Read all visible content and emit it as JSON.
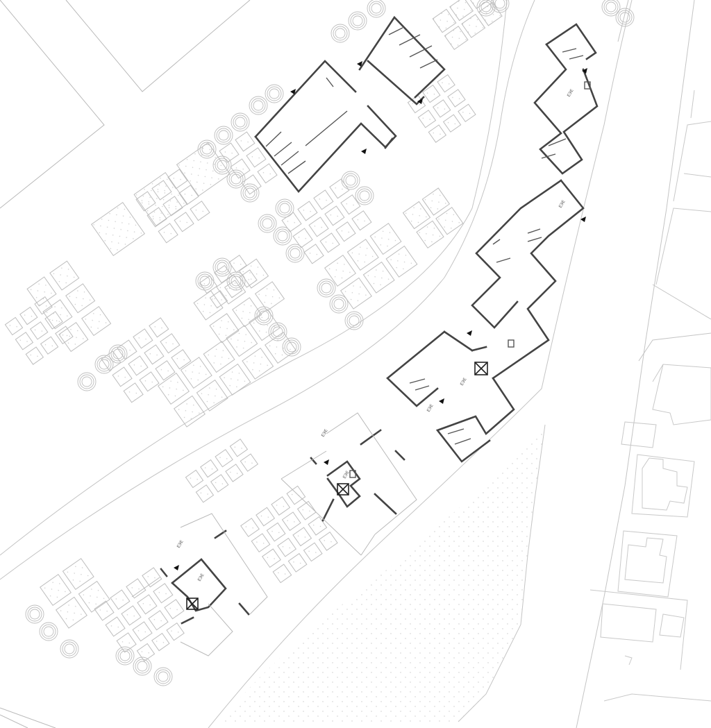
{
  "plan": {
    "labels": [
      "ЕЭЕ",
      "ЕЭЕ",
      "ЕЭЕ",
      "ЕЭЕ",
      "ЕЭЕ",
      "ЕЭЕ",
      "ЕЭЕ",
      "ЕЭЕ"
    ]
  }
}
